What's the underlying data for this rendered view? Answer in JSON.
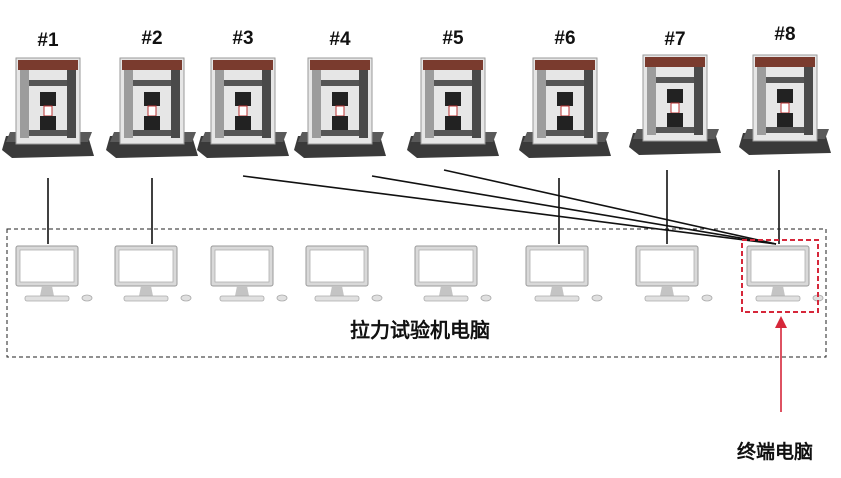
{
  "machines": [
    {
      "label": "#1"
    },
    {
      "label": "#2"
    },
    {
      "label": "#3"
    },
    {
      "label": "#4"
    },
    {
      "label": "#5"
    },
    {
      "label": "#6"
    },
    {
      "label": "#7"
    },
    {
      "label": "#8"
    }
  ],
  "computers_group": {
    "label": "拉力试验机电脑"
  },
  "terminal": {
    "label": "终端电脑"
  },
  "colors": {
    "line": "#111111",
    "group_border": "#222222",
    "highlight": "#d6273a",
    "machine_frame": "#e4e4e4",
    "machine_column": "#9c9c9c",
    "machine_base": "#3a3a3a",
    "crosshead": "#7a3b2e",
    "monitor_bezel": "#bdbdbd"
  },
  "icons": [
    "tensile-testing-machine-icon",
    "desktop-computer-icon",
    "arrow-up-icon"
  ]
}
